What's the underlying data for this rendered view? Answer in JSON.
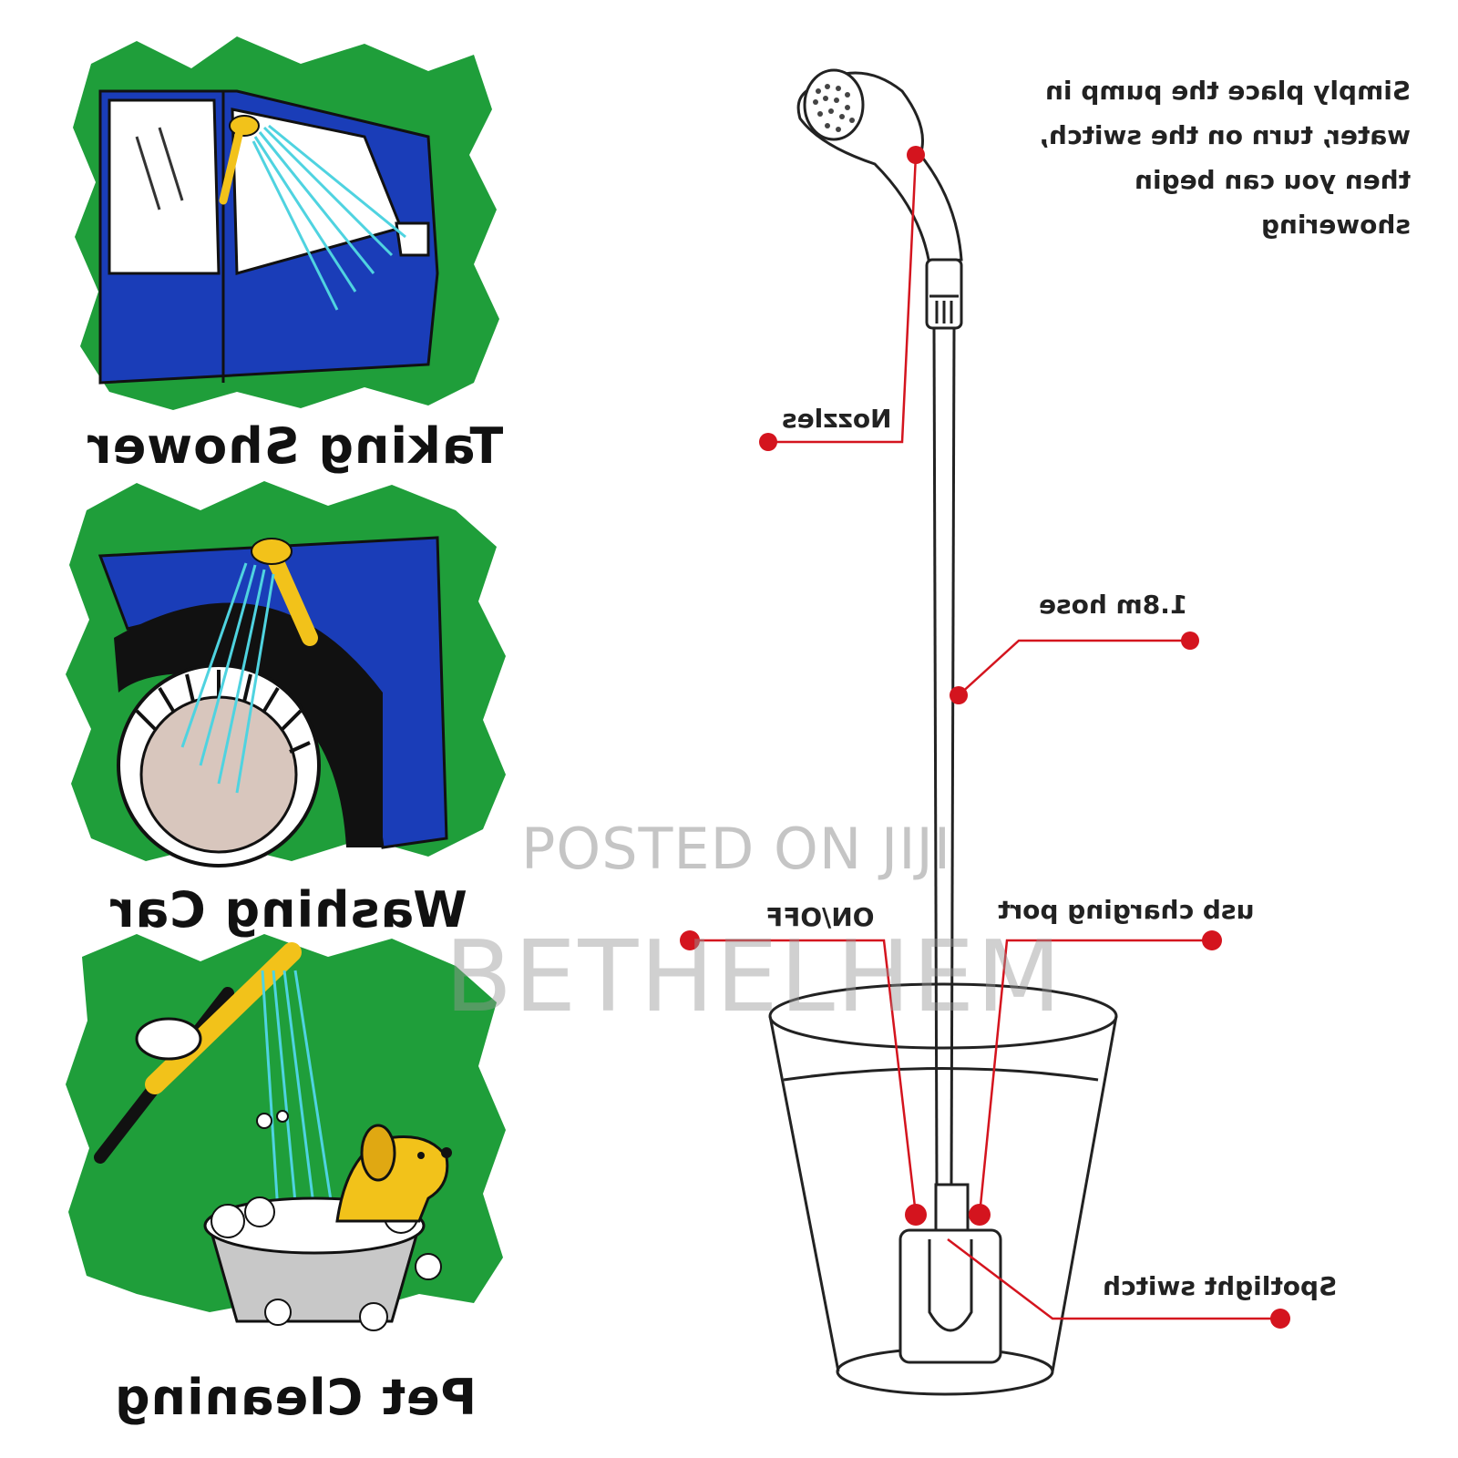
{
  "panels": [
    {
      "caption": "Taking Shower"
    },
    {
      "caption": "Washing Car"
    },
    {
      "caption": "Pet Cleaning"
    }
  ],
  "diagram": {
    "instructions": [
      "Simply place the pump in",
      "water, turn on the switch,",
      "then you can begin",
      "showering"
    ],
    "callouts": {
      "nozzles": "Nozzles",
      "hose": "1.8m hose",
      "on_off": "ON/OFF",
      "usb": "usb charging port",
      "spotlight": "Spotlight switch"
    },
    "callout_color": "#d4141e"
  },
  "watermark": {
    "line1": "POSTED ON JIJI",
    "line2": "BETHELHEM"
  },
  "colors": {
    "panel_green": "#1f9e3a",
    "car_blue": "#1a3db8",
    "accent_yellow": "#f2c21a",
    "water_cyan": "#4fd3e0"
  }
}
